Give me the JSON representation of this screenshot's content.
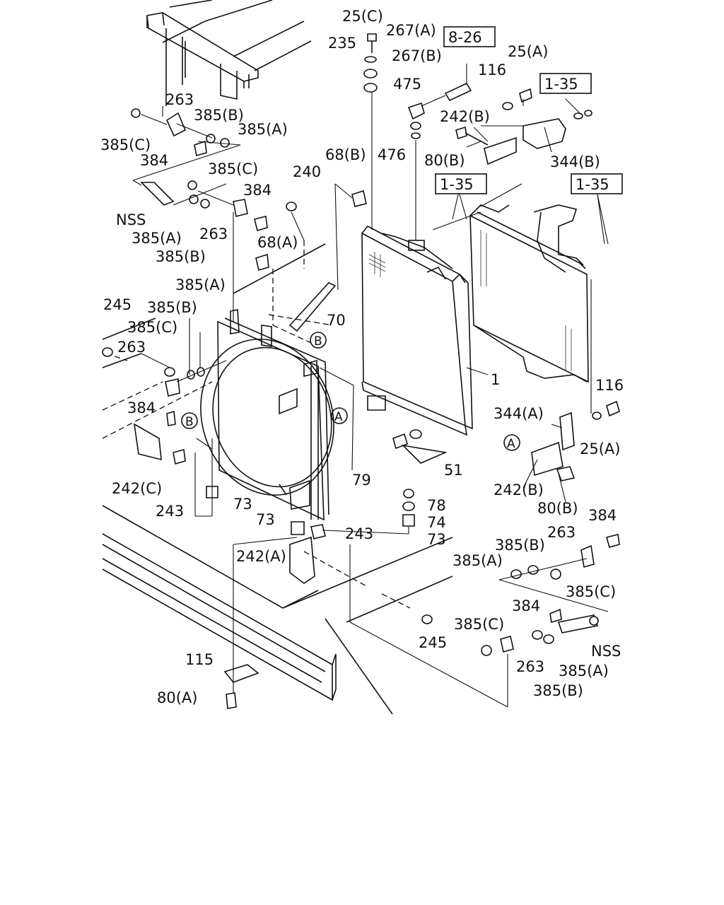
{
  "title": "Radiator and intercooler mounting parts diagram",
  "labels": [
    {
      "id": "l-25c-top",
      "text": "25(C)"
    },
    {
      "id": "l-267a",
      "text": "267(A)"
    },
    {
      "id": "l-235",
      "text": "235"
    },
    {
      "id": "l-267b",
      "text": "267(B)"
    },
    {
      "id": "l-826",
      "text": "8-26",
      "boxed": true
    },
    {
      "id": "l-25a-top",
      "text": "25(A)"
    },
    {
      "id": "l-116-top",
      "text": "116"
    },
    {
      "id": "l-135-top",
      "text": "1-35",
      "boxed": true
    },
    {
      "id": "l-475",
      "text": "475"
    },
    {
      "id": "l-242b-top",
      "text": "242(B)"
    },
    {
      "id": "l-476",
      "text": "476"
    },
    {
      "id": "l-80b-top",
      "text": "80(B)"
    },
    {
      "id": "l-344b",
      "text": "344(B)"
    },
    {
      "id": "l-135-mid",
      "text": "1-35",
      "boxed": true
    },
    {
      "id": "l-135-right",
      "text": "1-35",
      "boxed": true
    },
    {
      "id": "l-263-a",
      "text": "263"
    },
    {
      "id": "l-385b-a",
      "text": "385(B)"
    },
    {
      "id": "l-385a-a",
      "text": "385(A)"
    },
    {
      "id": "l-385c-a",
      "text": "385(C)"
    },
    {
      "id": "l-384-a",
      "text": "384"
    },
    {
      "id": "l-385c-b",
      "text": "385(C)"
    },
    {
      "id": "l-384-b",
      "text": "384"
    },
    {
      "id": "l-nss-a",
      "text": "NSS"
    },
    {
      "id": "l-385a-b",
      "text": "385(A)"
    },
    {
      "id": "l-263-b",
      "text": "263"
    },
    {
      "id": "l-385b-b",
      "text": "385(B)"
    },
    {
      "id": "l-240",
      "text": "240"
    },
    {
      "id": "l-68b",
      "text": "68(B)"
    },
    {
      "id": "l-68a",
      "text": "68(A)"
    },
    {
      "id": "l-385a-c",
      "text": "385(A)"
    },
    {
      "id": "l-70",
      "text": "70"
    },
    {
      "id": "l-245-a",
      "text": "245"
    },
    {
      "id": "l-385b-c",
      "text": "385(B)"
    },
    {
      "id": "l-385c-c",
      "text": "385(C)"
    },
    {
      "id": "l-263-c",
      "text": "263"
    },
    {
      "id": "l-1",
      "text": "1"
    },
    {
      "id": "l-116-b",
      "text": "116"
    },
    {
      "id": "l-344a",
      "text": "344(A)"
    },
    {
      "id": "l-384-c",
      "text": "384"
    },
    {
      "id": "l-25a-b",
      "text": "25(A)"
    },
    {
      "id": "l-242c",
      "text": "242(C)"
    },
    {
      "id": "l-243-a",
      "text": "243"
    },
    {
      "id": "l-51",
      "text": "51"
    },
    {
      "id": "l-79",
      "text": "79"
    },
    {
      "id": "l-242b-b",
      "text": "242(B)"
    },
    {
      "id": "l-80b-b",
      "text": "80(B)"
    },
    {
      "id": "l-73-a",
      "text": "73"
    },
    {
      "id": "l-78",
      "text": "78"
    },
    {
      "id": "l-73-b",
      "text": "73"
    },
    {
      "id": "l-74",
      "text": "74"
    },
    {
      "id": "l-243-b",
      "text": "243"
    },
    {
      "id": "l-73-c",
      "text": "73"
    },
    {
      "id": "l-384-d",
      "text": "384"
    },
    {
      "id": "l-263-d",
      "text": "263"
    },
    {
      "id": "l-242a",
      "text": "242(A)"
    },
    {
      "id": "l-385b-d",
      "text": "385(B)"
    },
    {
      "id": "l-385a-d",
      "text": "385(A)"
    },
    {
      "id": "l-385c-d",
      "text": "385(C)"
    },
    {
      "id": "l-384-e",
      "text": "384"
    },
    {
      "id": "l-385c-e",
      "text": "385(C)"
    },
    {
      "id": "l-245-b",
      "text": "245"
    },
    {
      "id": "l-nss-b",
      "text": "NSS"
    },
    {
      "id": "l-263-e",
      "text": "263"
    },
    {
      "id": "l-385a-e",
      "text": "385(A)"
    },
    {
      "id": "l-385b-e",
      "text": "385(B)"
    },
    {
      "id": "l-115",
      "text": "115"
    },
    {
      "id": "l-80a",
      "text": "80(A)"
    }
  ],
  "callouts": [
    {
      "id": "c-a-1",
      "text": "A"
    },
    {
      "id": "c-b-1",
      "text": "B"
    },
    {
      "id": "c-b-2",
      "text": "B"
    },
    {
      "id": "c-a-2",
      "text": "A"
    }
  ]
}
